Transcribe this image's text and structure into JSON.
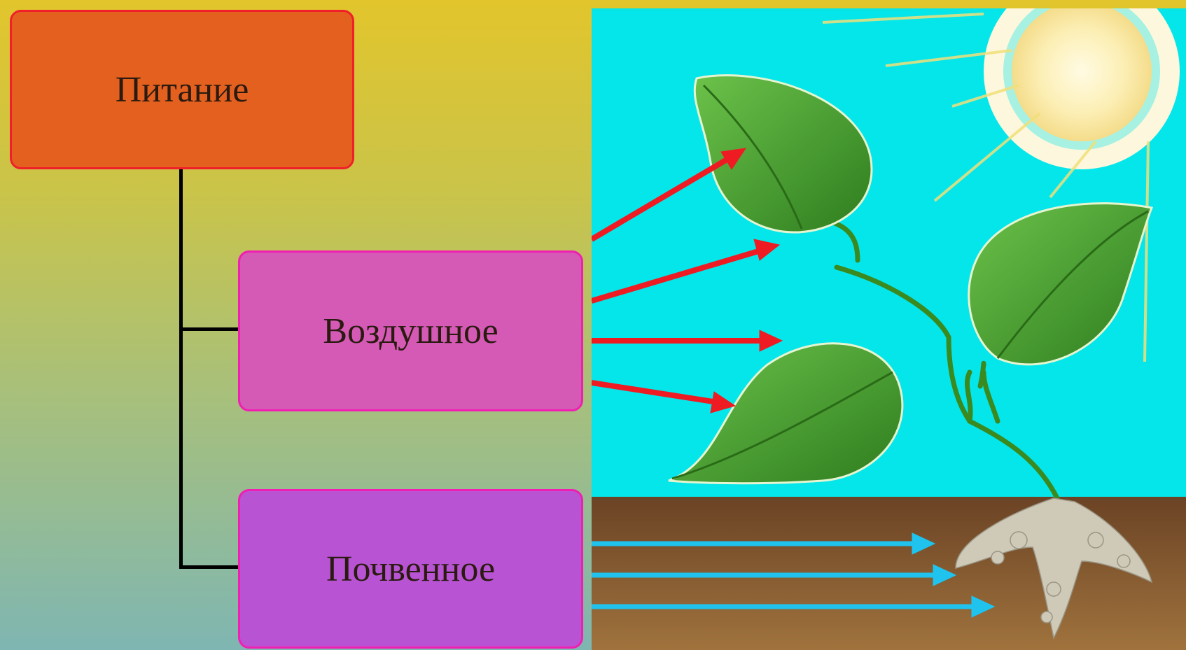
{
  "diagram": {
    "root": {
      "label": "Питание",
      "color": "#e4601f"
    },
    "children": [
      {
        "label": "Воздушное",
        "color": "#d45ab6"
      },
      {
        "label": "Почвенное",
        "color": "#b854d4"
      }
    ]
  },
  "illustration": {
    "sky_color": "#05e6ea",
    "soil_color": "#7a5230",
    "air_arrow_color": "#ef1b22",
    "soil_arrow_color": "#1fc3ee",
    "leaf_color": "#3f9e2b",
    "sun_color": "#fcefb5"
  }
}
